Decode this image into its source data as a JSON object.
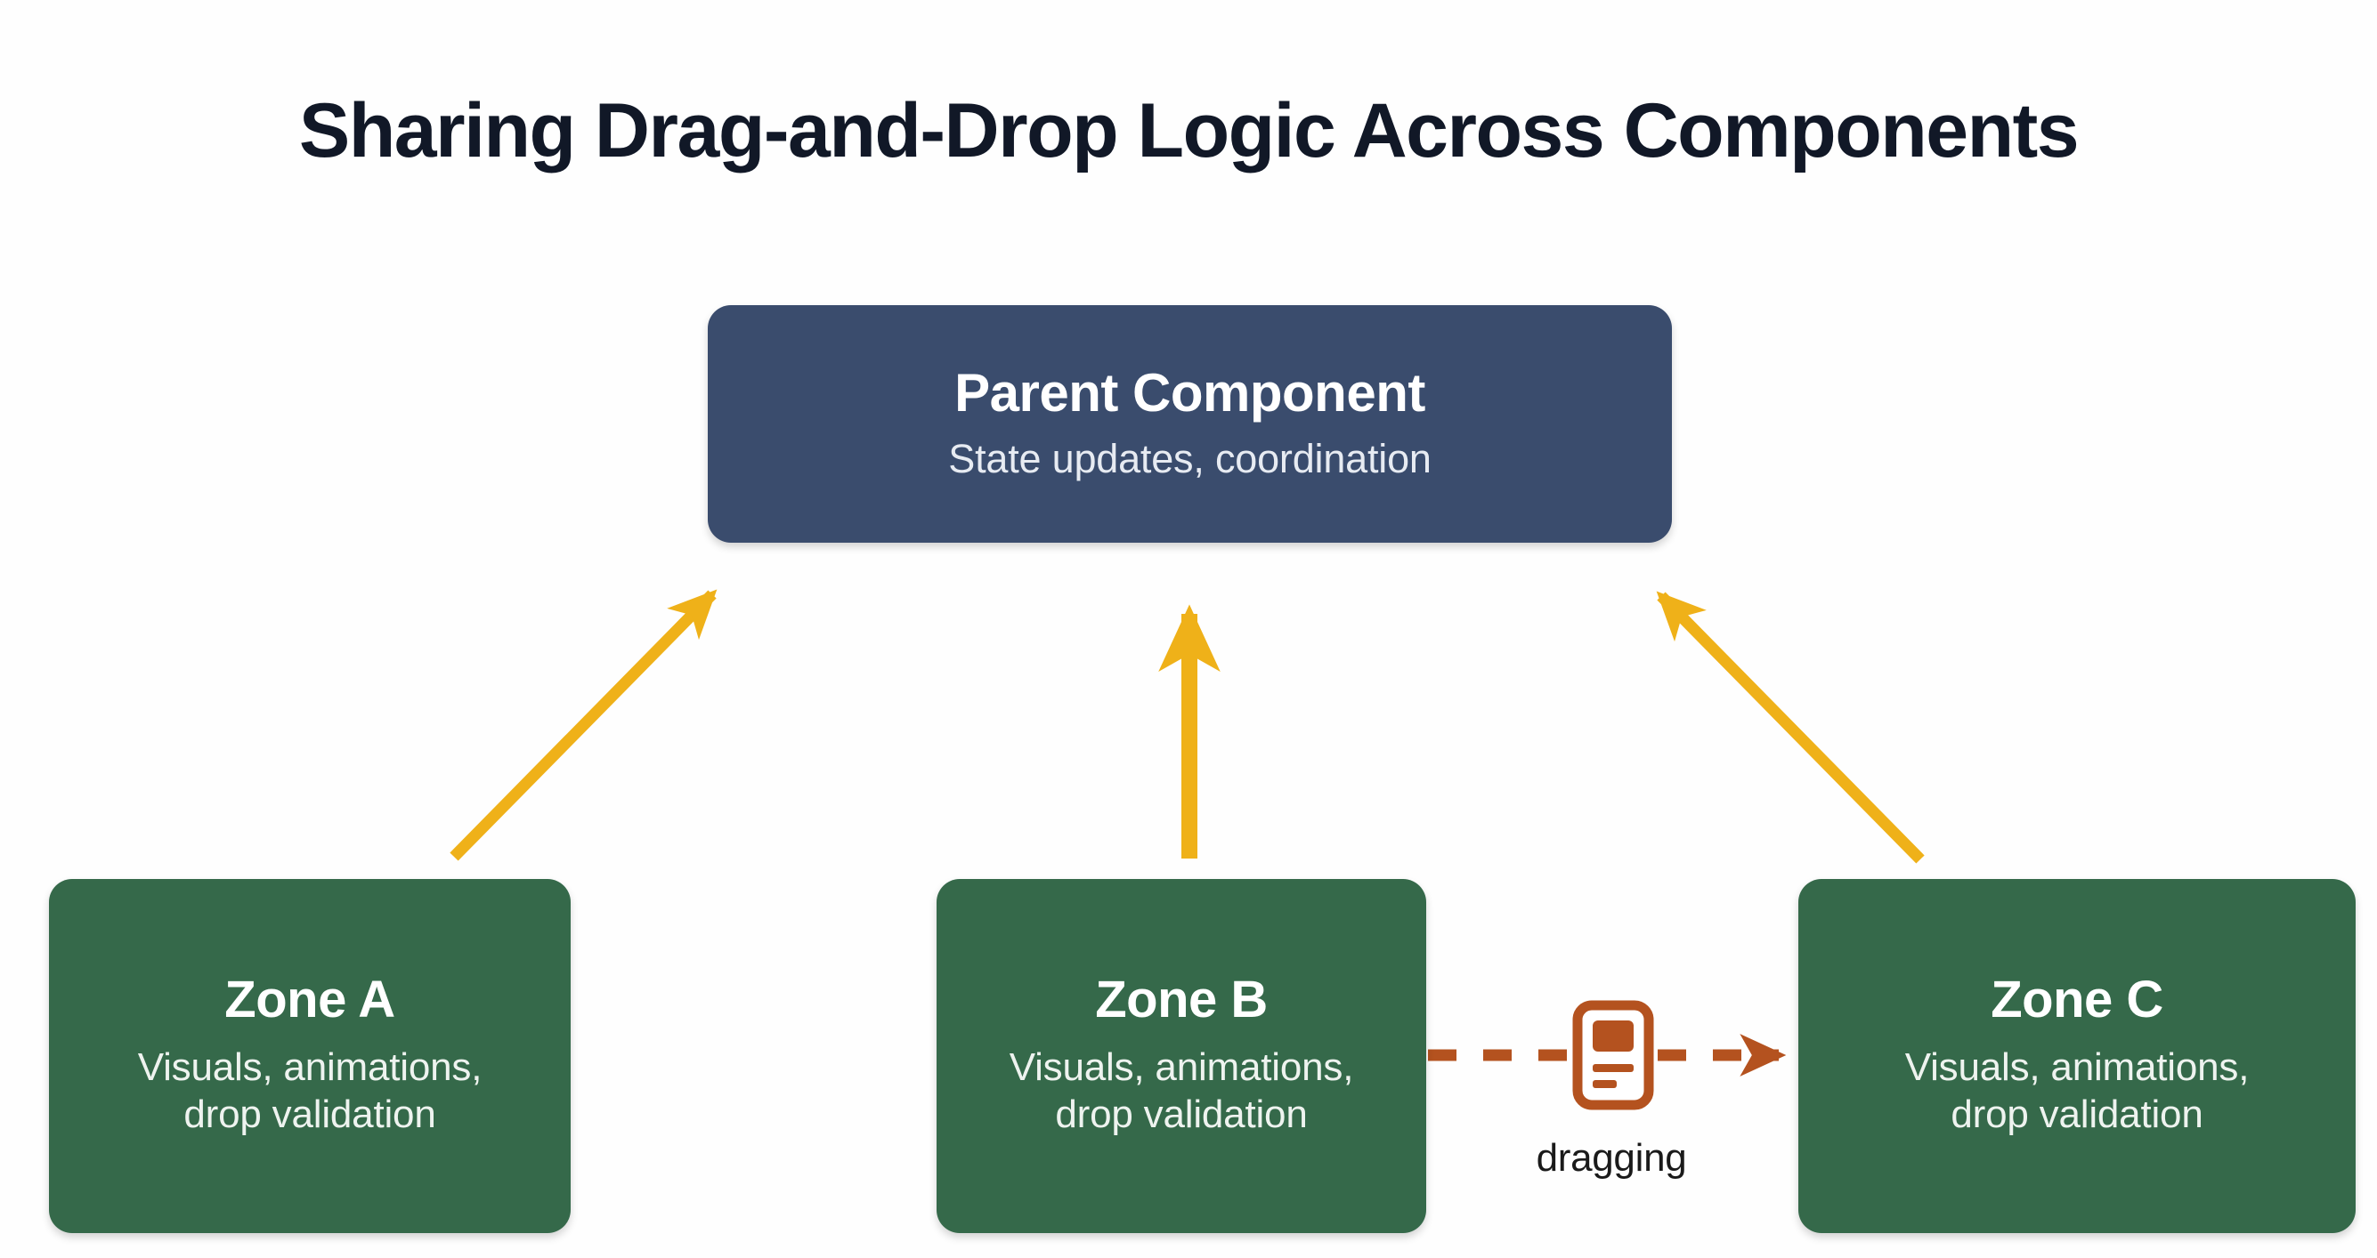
{
  "title": "Sharing Drag-and-Drop Logic Across Components",
  "background_color": "#fefefe",
  "title_color": "#111827",
  "parent": {
    "title": "Parent Component",
    "subtitle": "State updates, coordination",
    "color": "#3a4c6d",
    "text_color": "#ffffff"
  },
  "zones": [
    {
      "id": "zone-a",
      "title": "Zone A",
      "subtitle_line1": "Visuals, animations,",
      "subtitle_line2": "drop validation",
      "color": "#35694a",
      "text_color": "#ffffff"
    },
    {
      "id": "zone-b",
      "title": "Zone B",
      "subtitle_line1": "Visuals, animations,",
      "subtitle_line2": "drop validation",
      "color": "#35694a",
      "text_color": "#ffffff"
    },
    {
      "id": "zone-c",
      "title": "Zone C",
      "subtitle_line1": "Visuals, animations,",
      "subtitle_line2": "drop validation",
      "color": "#35694a",
      "text_color": "#ffffff"
    }
  ],
  "connectors": {
    "arrow_color": "#efb119",
    "drag_color": "#b4521f",
    "arrows": [
      {
        "name": "zone-a-to-parent",
        "from": "zone-a",
        "to": "parent",
        "style": "solid"
      },
      {
        "name": "zone-b-to-parent",
        "from": "zone-b",
        "to": "parent",
        "style": "solid"
      },
      {
        "name": "zone-c-to-parent",
        "from": "zone-c",
        "to": "parent",
        "style": "solid"
      }
    ],
    "drag_arrow": {
      "name": "zone-b-to-zone-c-drag",
      "from": "zone-b",
      "to": "zone-c",
      "style": "dashed",
      "label": "dragging",
      "label_color": "#1a1a1a",
      "icon": "card-document-icon"
    }
  }
}
